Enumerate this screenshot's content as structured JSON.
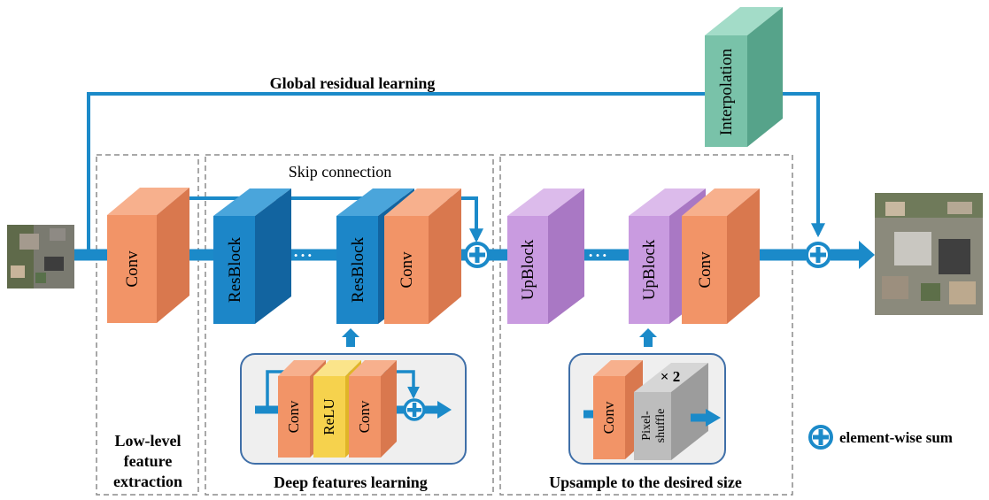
{
  "labels": {
    "global_residual": "Global residual learning",
    "skip_connection": "Skip connection",
    "interpolation": "Interpolation",
    "conv": "Conv",
    "resblock": "ResBlock",
    "upblock": "UpBlock",
    "relu": "ReLU",
    "pixel_shuffle_1": "Pixel-",
    "pixel_shuffle_2": "shuffle",
    "times_two": "× 2",
    "ellipsis": "• • •",
    "low_level_1": "Low-level",
    "low_level_2": "feature",
    "low_level_3": "extraction",
    "deep_features": "Deep features learning",
    "upsample": "Upsample to the desired size",
    "legend_sum": "element-wise sum"
  },
  "colors": {
    "arrow": "#1b8ac9",
    "conv_front": "#f29467",
    "conv_side": "#d9784e",
    "conv_top": "#f7b08d",
    "resblock_front": "#1c86c8",
    "resblock_side": "#1264a0",
    "resblock_top": "#4aa5db",
    "upblock_front": "#c99be0",
    "upblock_side": "#a978c4",
    "upblock_top": "#dcbbeb",
    "interp_front": "#79c2a9",
    "interp_side": "#56a38a",
    "interp_top": "#a3dcc8",
    "relu_front": "#f6d24d",
    "pixel_front": "#bdbdbd",
    "inset_bg": "#efefef",
    "inset_border": "#3f6fa8",
    "dash": "#8c8c8c"
  }
}
